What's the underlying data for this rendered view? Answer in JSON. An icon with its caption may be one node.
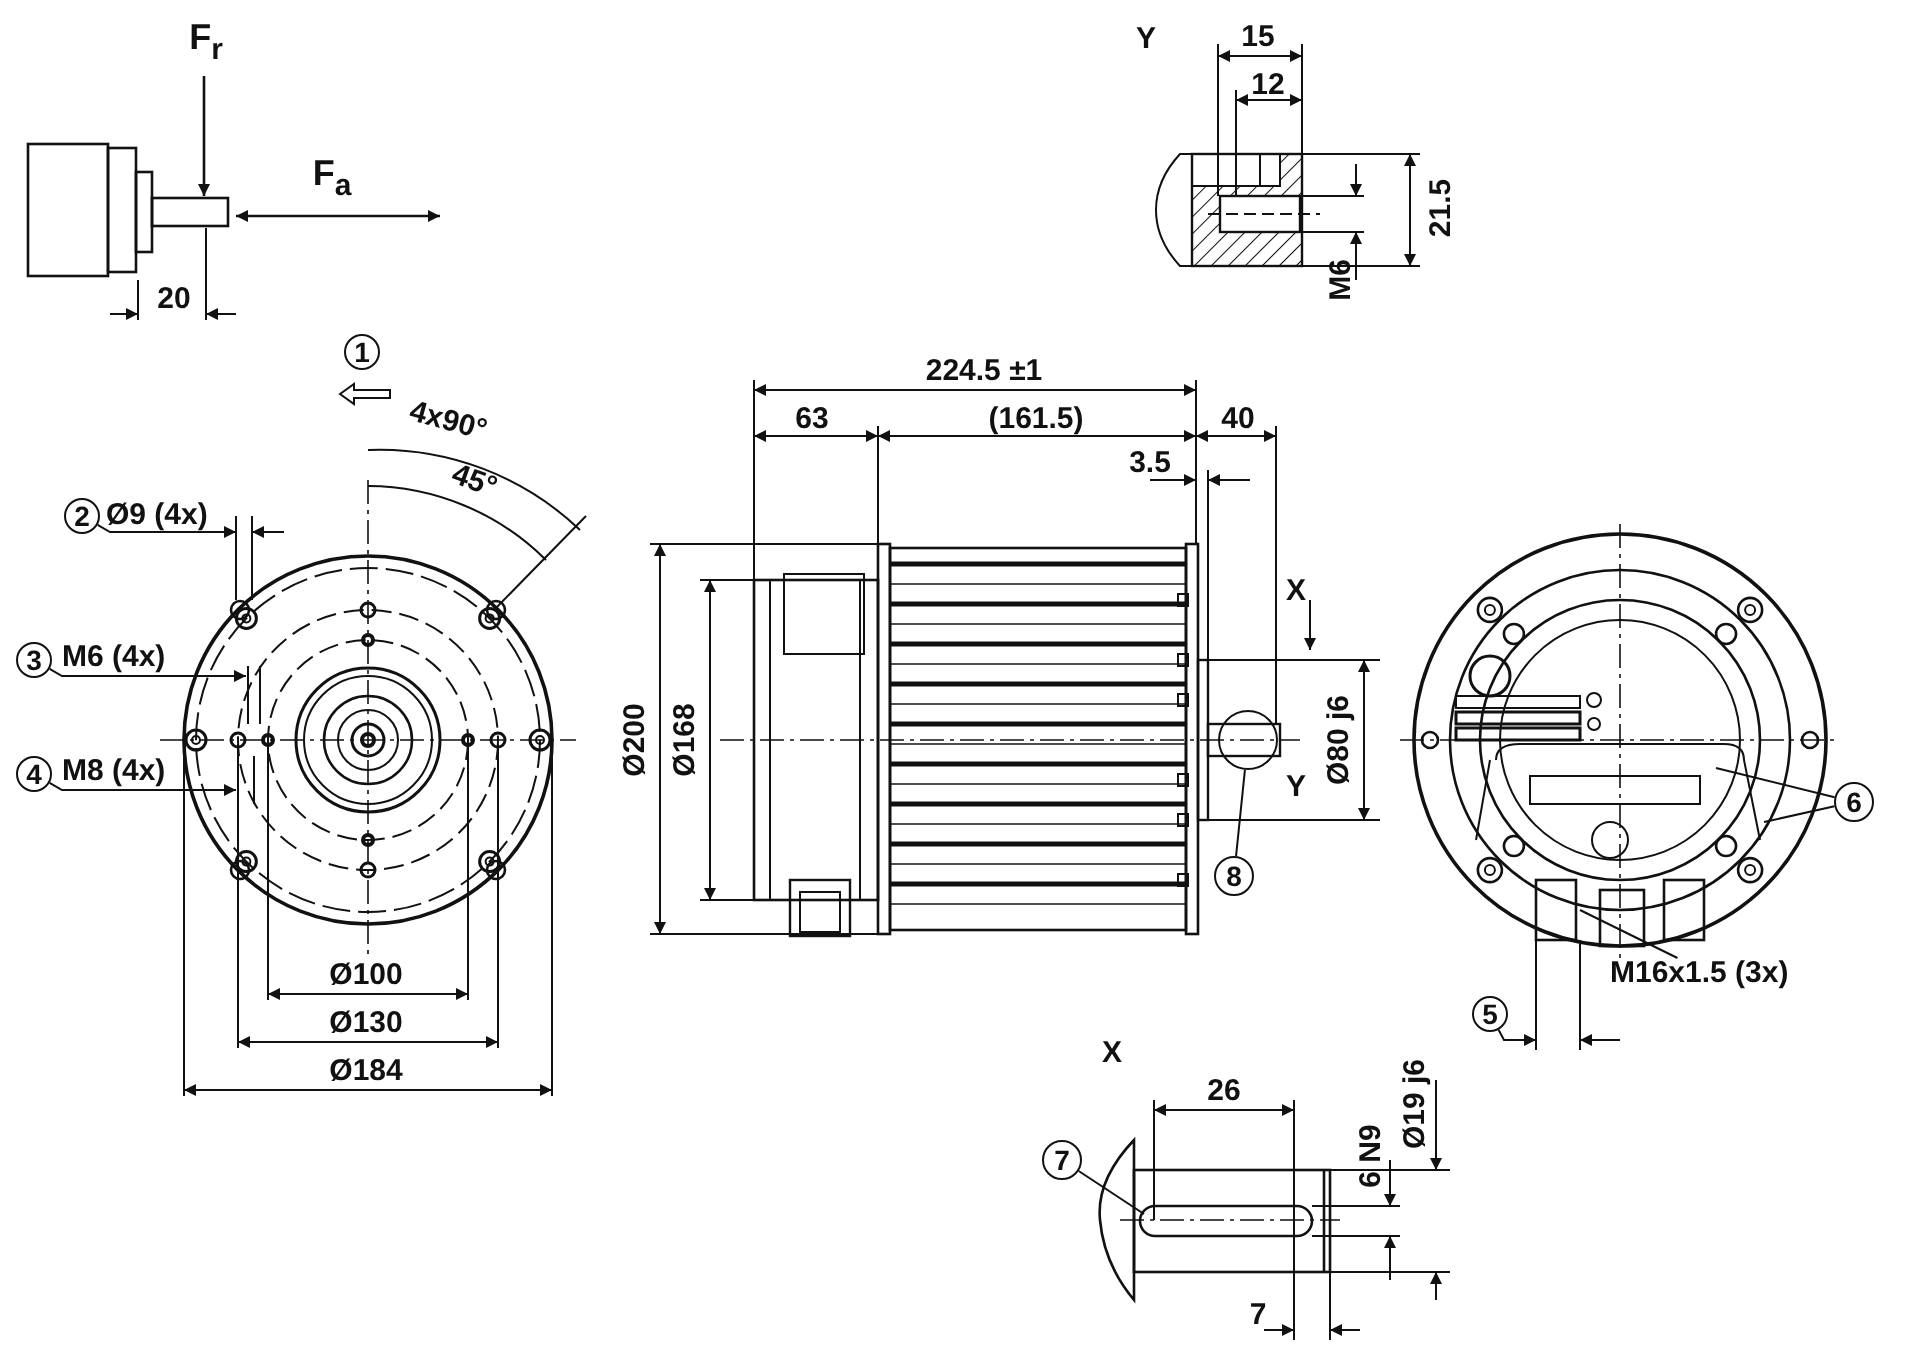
{
  "diagram": {
    "nodes": [
      {
        "text": [
          "2"
        ],
        "beside": [
          "Ø9 (4x)"
        ]
      },
      {
        "text": [
          "3"
        ],
        "beside": [
          "M6 (4x)"
        ]
      },
      {
        "text": [
          "4"
        ],
        "beside": [
          "M8 (4x)"
        ]
      },
      {
        "text": [],
        "shape": "circle"
      },
      {
        "text": [
          "6"
        ]
      },
      {
        "text": [
          "8"
        ]
      },
      {
        "text": [
          "M16x1.5 (3x)"
        ]
      },
      {
        "text": [
          "5"
        ]
      },
      {
        "text": [
          "7"
        ]
      },
      {
        "text": [
          "1"
        ]
      }
    ],
    "edges": [
      {
        "from": 0,
        "to": null,
        "arrow": "to"
      },
      {
        "from": 1,
        "to": null,
        "arrow": "to"
      },
      {
        "from": 2,
        "to": null,
        "arrow": "to"
      },
      {
        "from": 4,
        "to": null,
        "arrow": "none"
      },
      {
        "from": 4,
        "to": null,
        "arrow": "none"
      },
      {
        "from": 5,
        "to": 3,
        "arrow": "none"
      },
      {
        "from": 6,
        "to": null,
        "arrow": "none"
      },
      {
        "from": 7,
        "to": null,
        "arrow": "to"
      },
      {
        "from": 8,
        "to": null,
        "arrow": "none"
      }
    ],
    "labels": [
      "F$_{r}$",
      "F$_{a}$",
      "20",
      "Y",
      "15",
      "12",
      "21.5",
      "M6",
      "4x90°",
      "45°",
      "224.5 ±1",
      "63",
      "(161.5)",
      "40",
      "3.5",
      "X",
      "Ø200",
      "Ø168",
      "Ø80 j6",
      "Y",
      "Ø100",
      "Ø130",
      "Ø184",
      "X",
      "26",
      "6 N9",
      "Ø19 j6",
      "7"
    ]
  }
}
